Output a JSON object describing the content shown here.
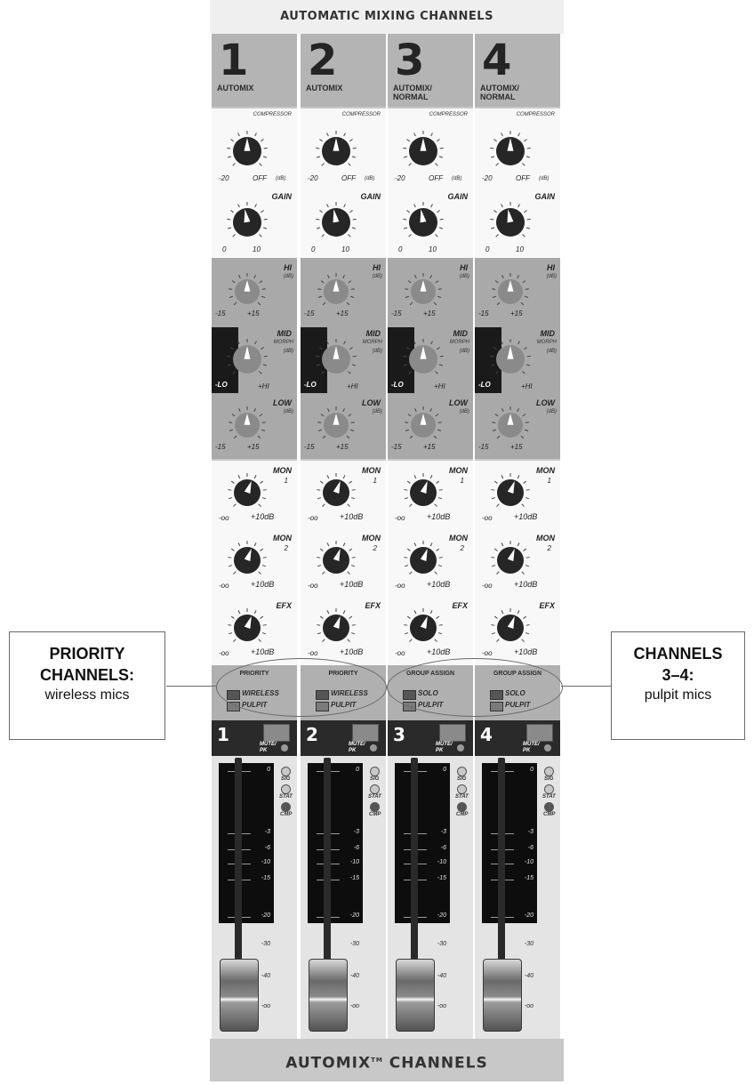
{
  "title": "AUTOMATIC MIXING CHANNELS",
  "footer": {
    "main": "AUTOMIX",
    "tm": "TM",
    "rest": " CHANNELS"
  },
  "labels": {
    "compressor": "COMPRESSOR",
    "comp_min": "-20",
    "comp_off": "OFF",
    "comp_unit": "(dB)",
    "gain": "GAIN",
    "gain_min": "0",
    "gain_max": "10",
    "hi": "HI",
    "mid": "MID",
    "morph": "MORPH",
    "low": "LOW",
    "db_unit": "(dB)",
    "eq_min": "-15",
    "eq_max": "+15",
    "mid_lo": "-LO",
    "mid_hi": "+HI",
    "mon1": "MON",
    "mon1_num": "1",
    "mon2": "MON",
    "mon2_num": "2",
    "efx": "EFX",
    "send_min": "-oo",
    "send_max": "+10dB",
    "mute": "MUTE/",
    "pk": "PK",
    "sig": "SIG",
    "stat": "STAT",
    "cmp": "CMP"
  },
  "meter_scale": [
    "0",
    "-3",
    "-6",
    "-10",
    "-15",
    "-20"
  ],
  "fader_scale": [
    "-30",
    "-40",
    "-oo"
  ],
  "channels": [
    {
      "number": "1",
      "mode": "AUTOMIX",
      "assign_title": "PRIORITY",
      "assign_upper": "WIRELESS",
      "assign_lower": "PULPIT"
    },
    {
      "number": "2",
      "mode": "AUTOMIX",
      "assign_title": "PRIORITY",
      "assign_upper": "WIRELESS",
      "assign_lower": "PULPIT"
    },
    {
      "number": "3",
      "mode": "AUTOMIX/\nNORMAL",
      "assign_title": "GROUP ASSIGN",
      "assign_upper": "SOLO",
      "assign_lower": "PULPIT"
    },
    {
      "number": "4",
      "mode": "AUTOMIX/\nNORMAL",
      "assign_title": "GROUP ASSIGN",
      "assign_upper": "SOLO",
      "assign_lower": "PULPIT"
    }
  ],
  "callouts": {
    "left": {
      "line1": "PRIORITY",
      "line2": "CHANNELS:",
      "line3": "wireless mics"
    },
    "right": {
      "line1": "CHANNELS",
      "line2": "3–4:",
      "line3": "pulpit mics"
    }
  }
}
